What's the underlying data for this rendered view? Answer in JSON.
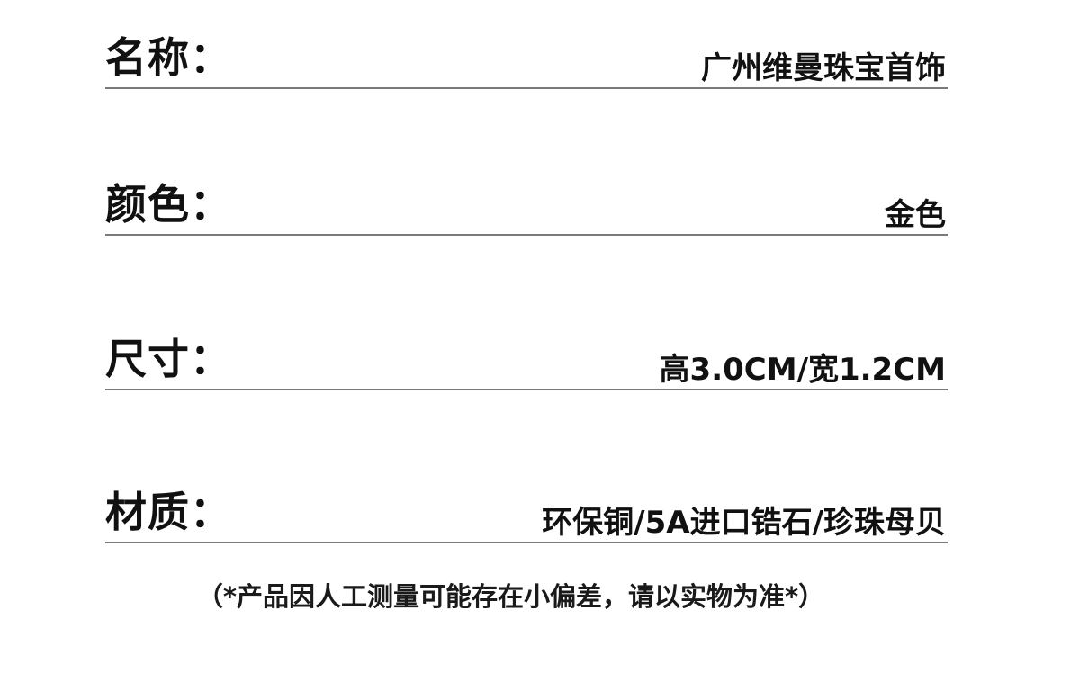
{
  "specs": [
    {
      "label": "名称：",
      "value": "广州维曼珠宝首饰"
    },
    {
      "label": "颜色：",
      "value": "金色"
    },
    {
      "label": "尺寸：",
      "value": "高3.0CM/宽1.2CM"
    },
    {
      "label": "材质：",
      "value": "环保铜/5A进口锆石/珍珠母贝"
    }
  ],
  "disclaimer": "（*产品因人工测量可能存在小偏差，请以实物为准*）",
  "colors": {
    "text": "#111111",
    "divider": "#7a7a7a",
    "background": "#ffffff"
  }
}
